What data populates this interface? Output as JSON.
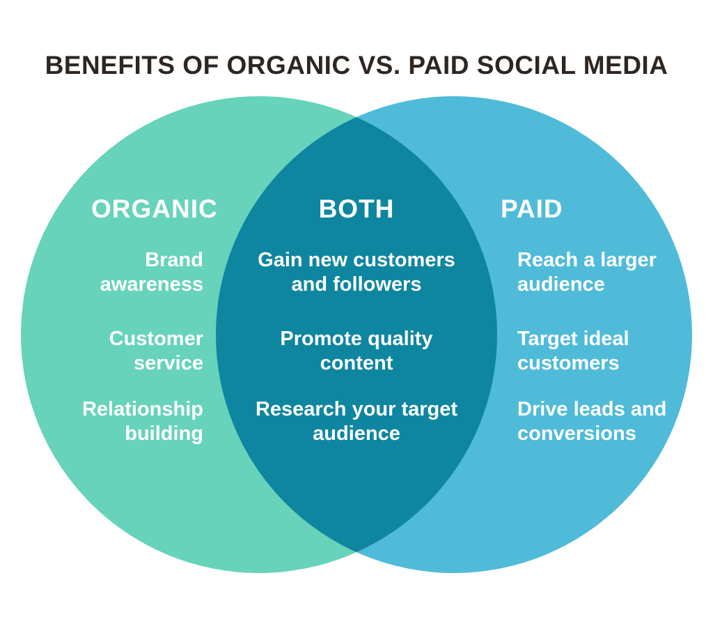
{
  "title": "BENEFITS OF ORGANIC VS. PAID SOCIAL MEDIA",
  "colors": {
    "background": "#FFFFFF",
    "title_text": "#2E2621",
    "organic": "#66D3BA",
    "paid": "#4FBBD9",
    "both": "#0E86A0",
    "label_text": "#FFFFFF"
  },
  "venn": {
    "type": "venn-diagram",
    "organic": {
      "label": "ORGANIC",
      "items": [
        "Brand\nawareness",
        "Customer\nservice",
        "Relationship\nbuilding"
      ]
    },
    "both": {
      "label": "BOTH",
      "items": [
        "Gain new customers\nand followers",
        "Promote quality\ncontent",
        "Research your target\naudience"
      ]
    },
    "paid": {
      "label": "PAID",
      "items": [
        "Reach a larger\naudience",
        "Target ideal\ncustomers",
        "Drive leads and\nconversions"
      ]
    }
  }
}
